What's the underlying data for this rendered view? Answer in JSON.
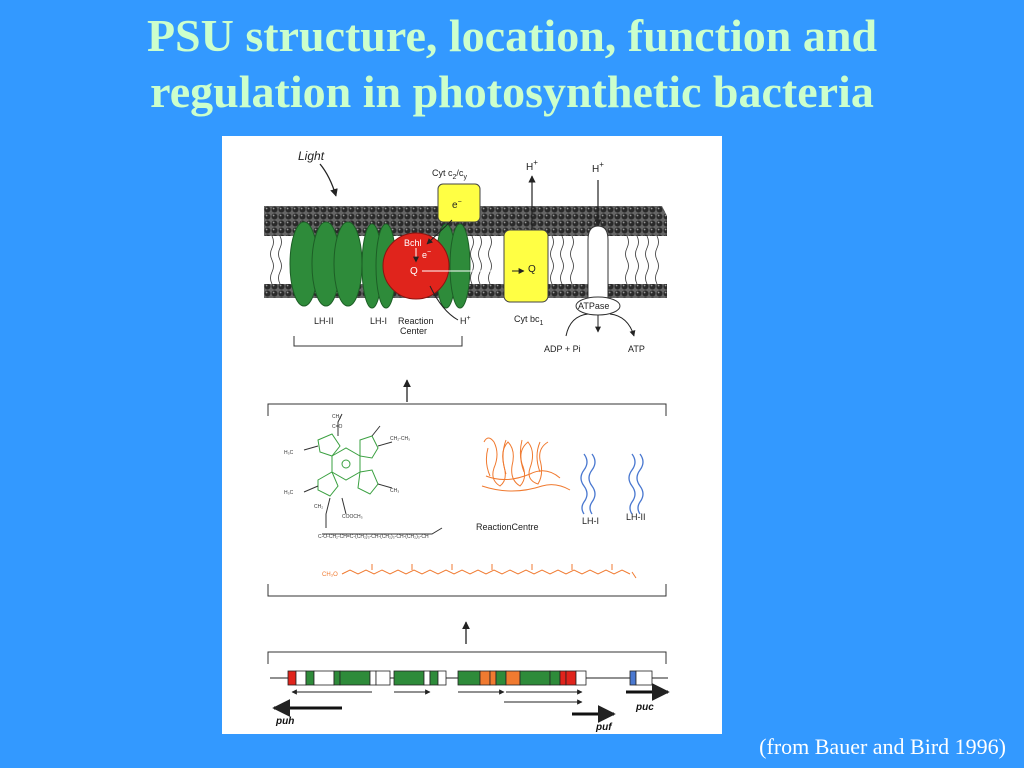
{
  "slide": {
    "title_line1": "PSU structure, location, function and",
    "title_line2": "regulation in photosynthetic bacteria",
    "citation": "(from Bauer and Bird 1996)"
  },
  "membrane": {
    "light": "Light",
    "cyt_c2": "Cyt c",
    "cyt_c2_sub1": "2",
    "cyt_c2_sep": "/c",
    "cyt_c2_sub2": "y",
    "electron": "e",
    "electron_sup": "−",
    "proton": "H",
    "proton_sup": "+",
    "bchl": "Bchl",
    "quinone": "Q",
    "atpase": "ATPase",
    "lh2": "LH-II",
    "lh1": "LH-I",
    "reaction_center_1": "Reaction",
    "reaction_center_2": "Center",
    "cyt_bc1": "Cyt bc",
    "cyt_bc1_sub": "1",
    "adp_pi": "ADP + Pi",
    "atp": "ATP"
  },
  "components": {
    "reaction_centre": "ReactionCentre",
    "lh1": "LH-I",
    "lh2": "LH-II"
  },
  "genes": {
    "puh": "puh",
    "puf": "puf",
    "puc": "puc"
  },
  "colors": {
    "background": "#3399ff",
    "title": "#ccffcc",
    "green": "#2e8b3a",
    "red": "#e0241c",
    "yellow": "#ffff44",
    "orange": "#f07a30",
    "blue": "#4a78d0"
  }
}
